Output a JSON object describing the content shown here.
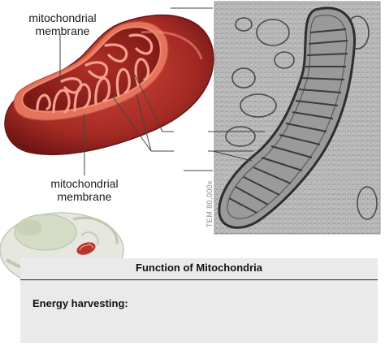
{
  "labels": {
    "outer_membrane": "mitochondrial membrane",
    "inner_membrane": "mitochondrial membrane"
  },
  "micrograph": {
    "magnification": "TEM 80,000x"
  },
  "function_table": {
    "title": "Function of Mitochondria",
    "rows": [
      {
        "label": "Energy harvesting:",
        "value": ""
      }
    ]
  },
  "colors": {
    "mitochondrion_outer": "#a52a24",
    "mitochondrion_inner": "#d9543f",
    "matrix": "#8c1c18",
    "micrograph_bg": "#b9b9b9",
    "panel_bg": "#eaeaea"
  }
}
